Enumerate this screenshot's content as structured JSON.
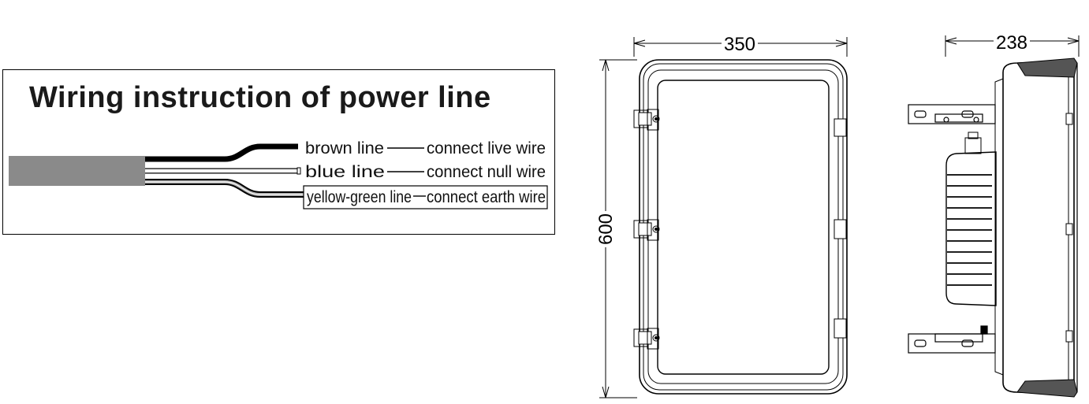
{
  "wiring": {
    "title": "Wiring  instruction of power line",
    "rows": [
      {
        "wire": "brown line",
        "action": "connect live wire"
      },
      {
        "wire": "blue line",
        "action": "connect null wire"
      },
      {
        "wire": "yellow-green line",
        "action": "connect earth wire"
      }
    ]
  },
  "dimensions": {
    "front_width": "350",
    "front_height": "600",
    "side_depth": "238"
  },
  "colors": {
    "cable": "#8a8a8a",
    "line": "#000000"
  }
}
